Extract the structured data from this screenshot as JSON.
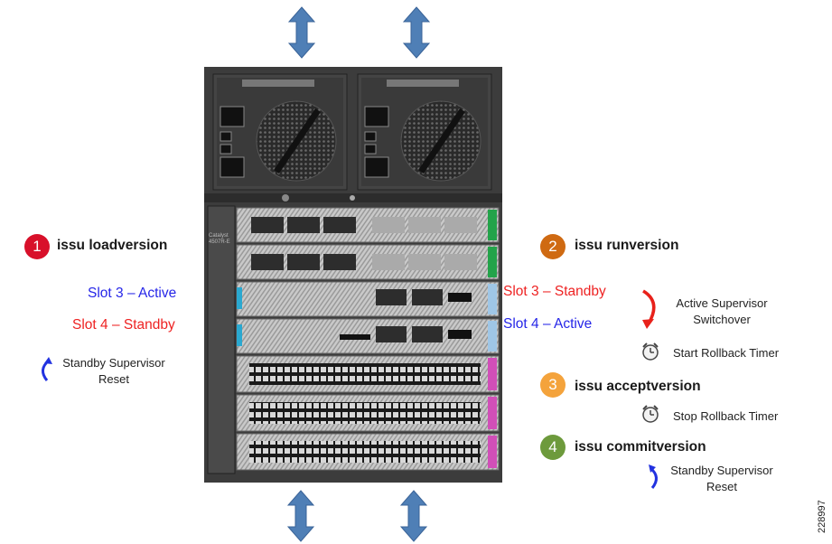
{
  "left": {
    "step1": {
      "number": "1",
      "label": "issu loadversion",
      "color": "#d8102a"
    },
    "slot3": {
      "text": "Slot 3 – Active",
      "color": "#2626e8"
    },
    "slot4": {
      "text": "Slot 4 – Standby",
      "color": "#ee2222"
    },
    "reset_note": {
      "line1": "Standby Supervisor",
      "line2": "Reset"
    }
  },
  "right": {
    "step2": {
      "number": "2",
      "label": "issu runversion",
      "color": "#cf6a12"
    },
    "slot3": {
      "text": "Slot 3 – Standby",
      "color": "#ee2222"
    },
    "slot4": {
      "text": "Slot 4 – Active",
      "color": "#2626e8"
    },
    "switchover_note": {
      "line1": "Active Supervisor",
      "line2": "Switchover"
    },
    "start_timer": "Start Rollback Timer",
    "step3": {
      "number": "3",
      "label": "issu acceptversion",
      "color": "#f4a33c"
    },
    "stop_timer": "Stop Rollback Timer",
    "step4": {
      "number": "4",
      "label": "issu commitversion",
      "color": "#6d9a3c"
    },
    "reset_note": {
      "line1": "Standby Supervisor",
      "line2": "Reset"
    }
  },
  "icons": {
    "airflow": "double-arrow-icon",
    "timer": "alarm-clock-icon",
    "reset": "curved-arrow-icon"
  },
  "chassis": {
    "brand": "Catalyst 4507R-E"
  },
  "figure_id": "228997"
}
